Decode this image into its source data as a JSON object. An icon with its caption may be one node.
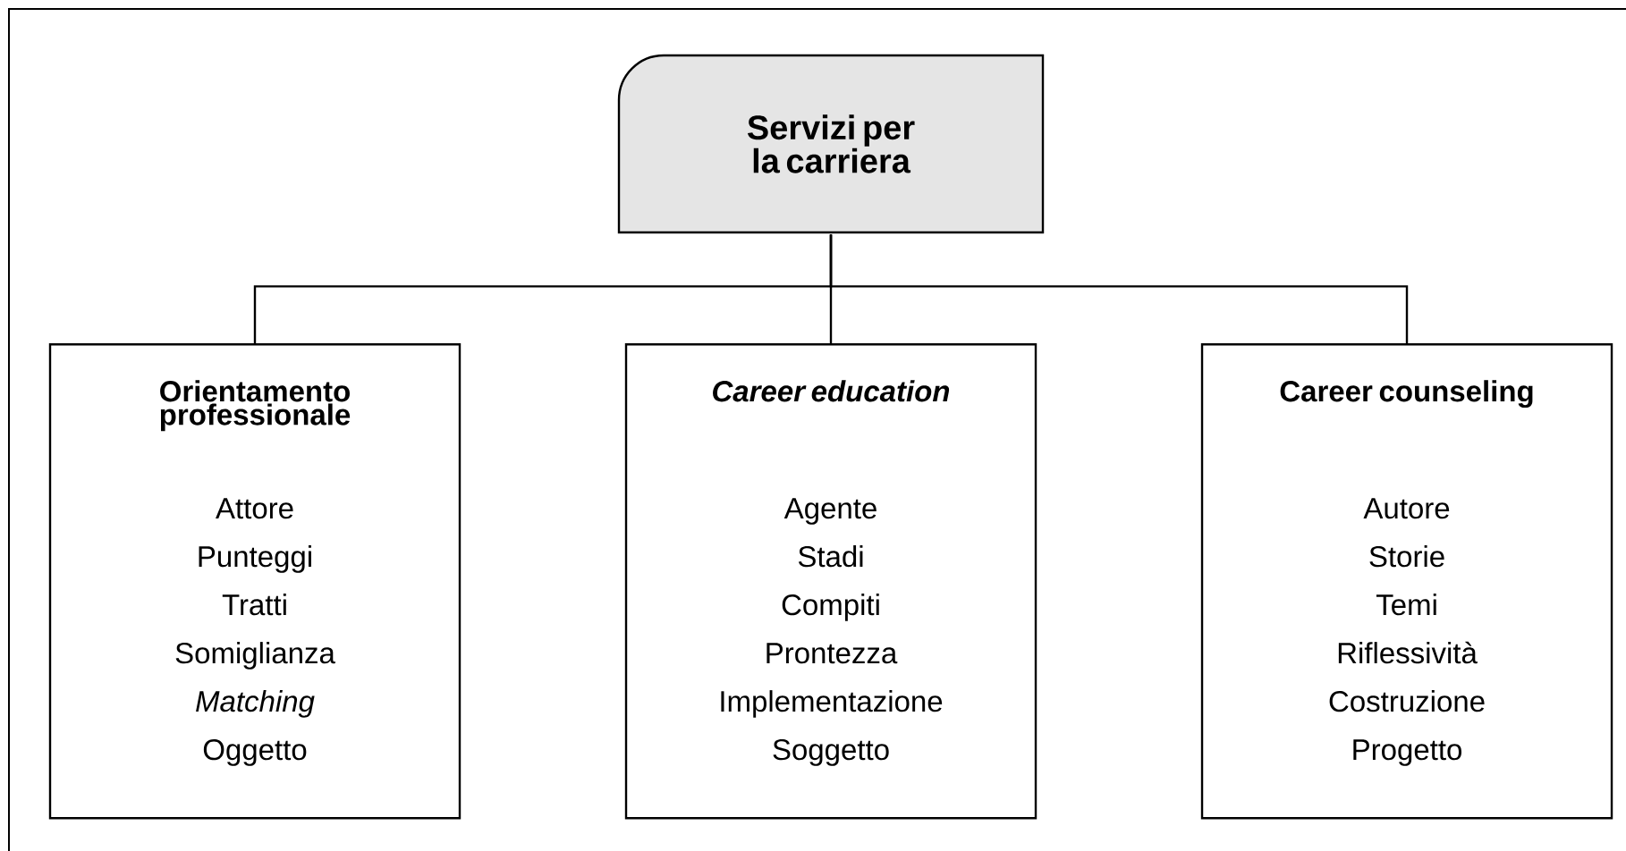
{
  "diagram": {
    "nodes": [
      {
        "text": [
          "Servizi per la carriera"
        ]
      },
      {
        "text": [
          "Orientamento professionale",
          "Attore",
          "Punteggi",
          "Tratti",
          "Somiglianza",
          "*Matching*",
          "Oggetto"
        ]
      },
      {
        "text": [
          "*Career education*",
          "Agente",
          "Stadi",
          "Compiti",
          "Prontezza",
          "Implementazione",
          "Soggetto"
        ]
      },
      {
        "text": [
          "Career counseling",
          "Autore",
          "Storie",
          "Temi",
          "Riflessività",
          "Costruzione",
          "Progetto"
        ]
      }
    ],
    "edges": [
      {
        "from": 0,
        "to": 1,
        "arrow": "none"
      },
      {
        "from": 0,
        "to": 2,
        "arrow": "none"
      },
      {
        "from": 0,
        "to": 3,
        "arrow": "none"
      }
    ]
  }
}
